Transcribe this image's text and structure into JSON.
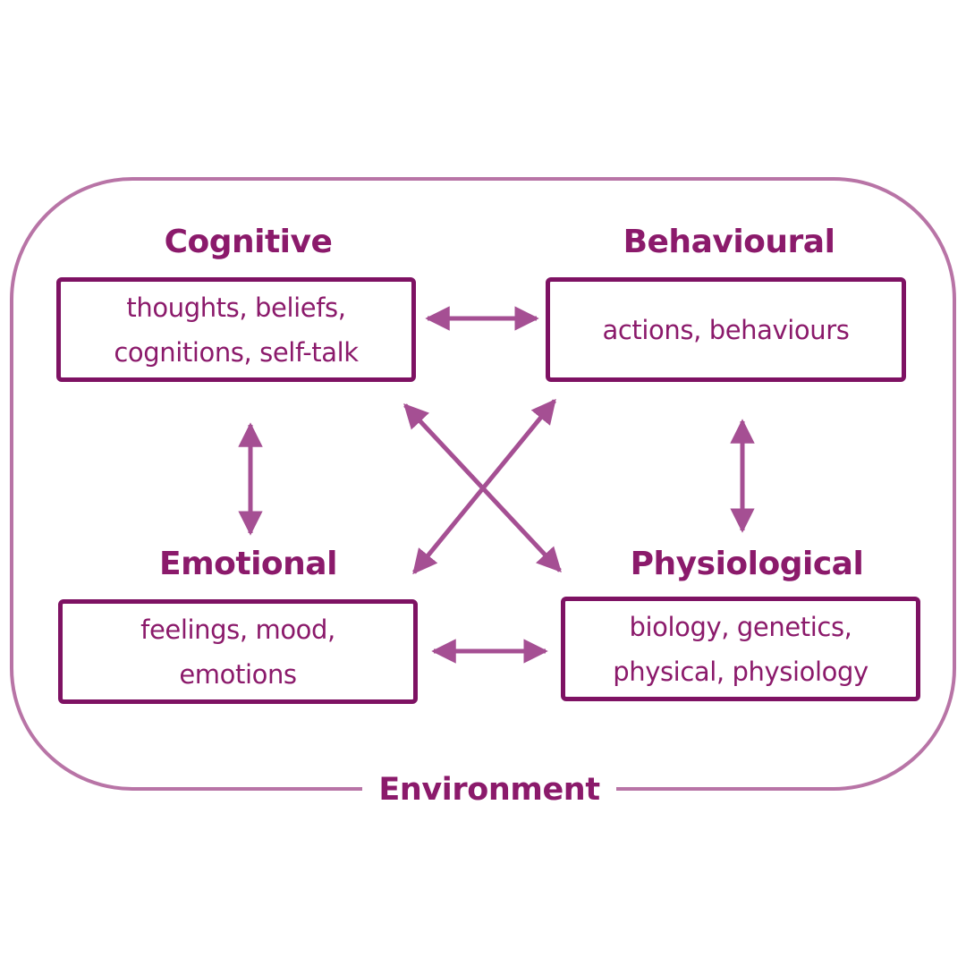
{
  "colors": {
    "primary": "#8b1a6b",
    "border": "#7e1263",
    "frame": "#b874a6",
    "arrow": "#a54f93"
  },
  "environment": {
    "label": "Environment"
  },
  "cognitive": {
    "title": "Cognitive",
    "lines": [
      "thoughts, beliefs,",
      "cognitions, self-talk"
    ]
  },
  "behavioural": {
    "title": "Behavioural",
    "lines": [
      "actions, behaviours"
    ]
  },
  "emotional": {
    "title": "Emotional",
    "lines": [
      "feelings, mood,",
      "emotions"
    ]
  },
  "physiological": {
    "title": "Physiological",
    "lines": [
      "biology, genetics,",
      "physical, physiology"
    ]
  }
}
